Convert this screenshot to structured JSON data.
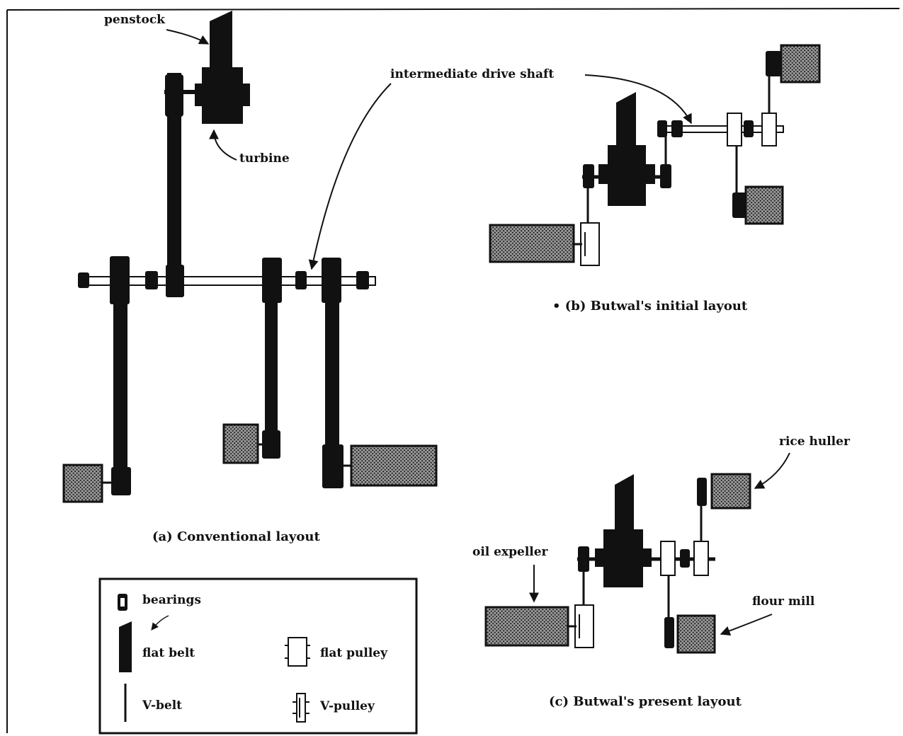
{
  "labels": {
    "penstock": "penstock",
    "turbine": "turbine",
    "intermediate_drive_shaft": "intermediate drive shaft",
    "rice_huller": "rice huller",
    "oil_expeller": "oil expeller",
    "flour_mill": "flour mill"
  },
  "captions": {
    "a": "(a) Conventional layout",
    "b": "• (b) Butwal's initial layout",
    "c": "(c) Butwal's present layout"
  },
  "legend": {
    "bearings": "bearings",
    "flat_belt": "flat belt",
    "v_belt": "V-belt",
    "flat_pulley": "flat pulley",
    "v_pulley": "V-pulley"
  }
}
